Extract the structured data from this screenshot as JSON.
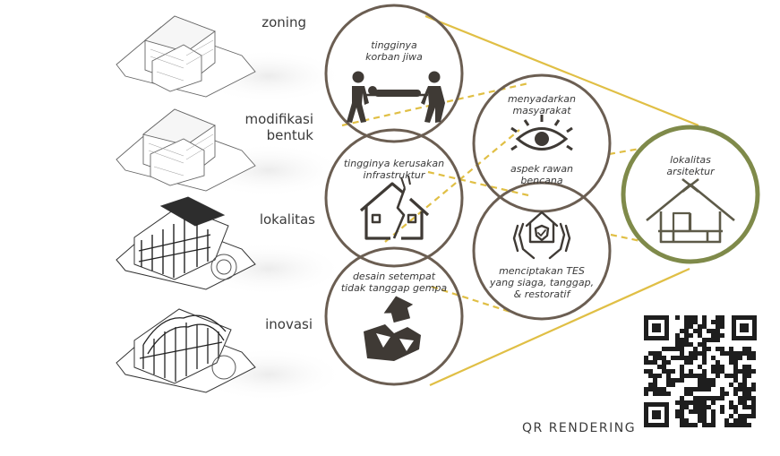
{
  "stages": [
    "zoning",
    "modifikasi\nbentuk",
    "lokalitas",
    "inovasi"
  ],
  "problems": {
    "korban": "tingginya\nkorban jiwa",
    "infrastruktur": "tingginya kerusakan\ninfrastruktur",
    "desain": "desain setempat\ntidak tanggap gempa"
  },
  "responses": {
    "masyarakat_top": "menyadarkan\nmasyarakat",
    "masyarakat_bottom": "aspek rawan\nbencana",
    "tes": "menciptakan TES\nyang siaga, tanggap,\n& restoratif"
  },
  "result": "lokalitas\narsitektur",
  "qr_caption": "QR RENDERING",
  "colors": {
    "circle_stroke": "#6b5e52",
    "icon_fill": "#3f3a35",
    "dashed_line": "#e0bf45",
    "result_stroke": "#7f8a4a"
  },
  "icons": {
    "korban": "people-carrying-stretcher-icon",
    "infrastruktur": "cracked-house-icon",
    "desain": "collapsed-house-icon",
    "masyarakat": "eye-icon",
    "tes": "hands-protecting-house-icon",
    "result": "traditional-house-icon"
  }
}
